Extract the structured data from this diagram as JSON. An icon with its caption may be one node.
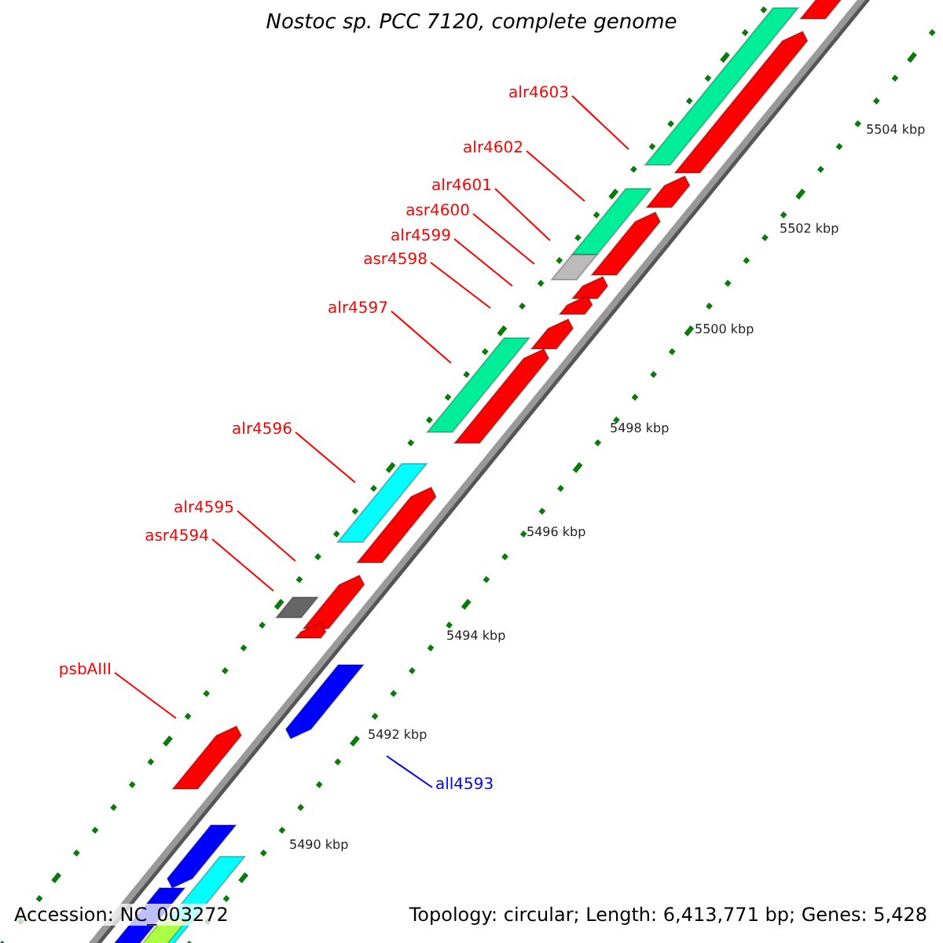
{
  "diagram": {
    "title": "Nostoc sp. PCC 7120, complete genome",
    "nodes": [
      {
        "text": [
          "alr4603"
        ]
      },
      {
        "text": [
          "alr4602"
        ]
      },
      {
        "text": [
          "alr4601"
        ]
      },
      {
        "text": [
          "asr4600"
        ]
      },
      {
        "text": [
          "alr4599"
        ]
      },
      {
        "text": [
          "asr4598"
        ]
      },
      {
        "text": [
          "alr4597"
        ]
      },
      {
        "text": [
          "alr4596"
        ]
      },
      {
        "text": [
          "alr4595"
        ]
      },
      {
        "text": [
          "asr4594"
        ]
      },
      {
        "text": [
          "psbAIII"
        ]
      },
      {
        "text": [
          "all4593"
        ]
      }
    ],
    "edges": [
      {
        "from": 0,
        "to": null,
        "arrow": "none"
      },
      {
        "from": 1,
        "to": null,
        "arrow": "none"
      },
      {
        "from": 2,
        "to": null,
        "arrow": "none"
      },
      {
        "from": 3,
        "to": null,
        "arrow": "none"
      },
      {
        "from": 4,
        "to": null,
        "arrow": "none"
      },
      {
        "from": 5,
        "to": null,
        "arrow": "none"
      },
      {
        "from": 6,
        "to": null,
        "arrow": "none"
      },
      {
        "from": 7,
        "to": null,
        "arrow": "none"
      },
      {
        "from": 8,
        "to": null,
        "arrow": "none"
      },
      {
        "from": 9,
        "to": null,
        "arrow": "none"
      },
      {
        "from": 10,
        "to": null,
        "arrow": "none"
      },
      {
        "from": 11,
        "to": null,
        "arrow": "none",
        "color": "#0000ff"
      }
    ],
    "labels": [
      "5504 kbp",
      "5502 kbp",
      "5500 kbp",
      "5498 kbp",
      "5496 kbp",
      "5494 kbp",
      "5492 kbp",
      "5490 kbp",
      "Accession: NC_003272",
      "Topology: circular; Length: 6,413,771 bp; Genes: 5,428"
    ]
  }
}
